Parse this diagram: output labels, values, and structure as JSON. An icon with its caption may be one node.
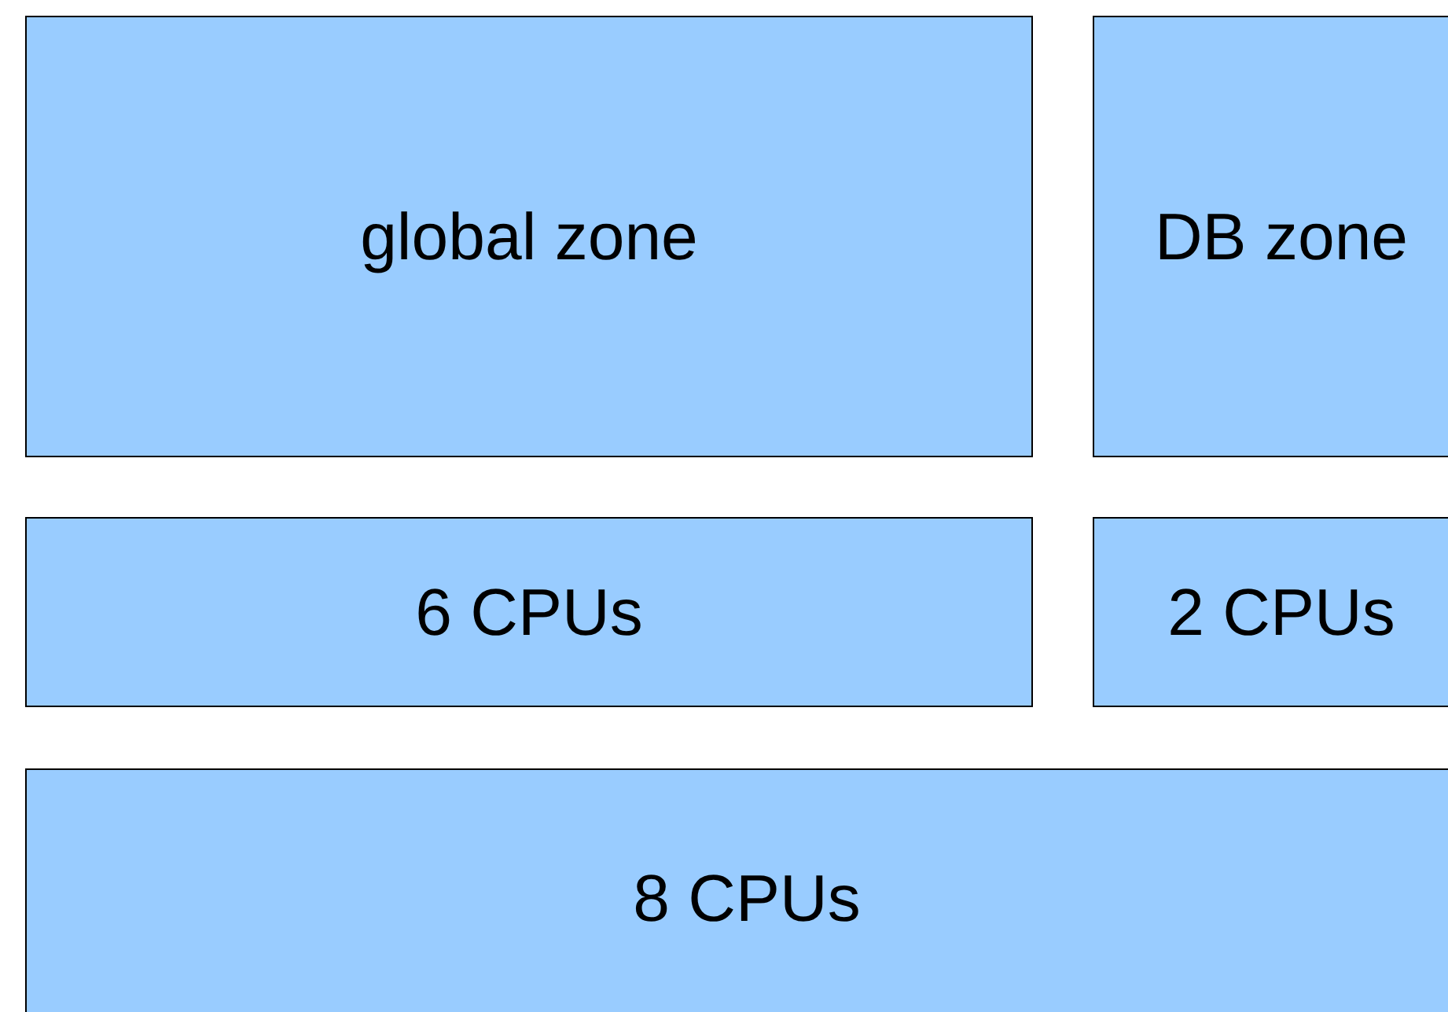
{
  "diagram": {
    "nodes": [
      {
        "text": [
          "global zone"
        ]
      },
      {
        "text": [
          "DB zone"
        ]
      },
      {
        "text": [
          "6 CPUs"
        ]
      },
      {
        "text": [
          "2 CPUs"
        ]
      },
      {
        "text": [
          "8 CPUs"
        ]
      }
    ]
  }
}
